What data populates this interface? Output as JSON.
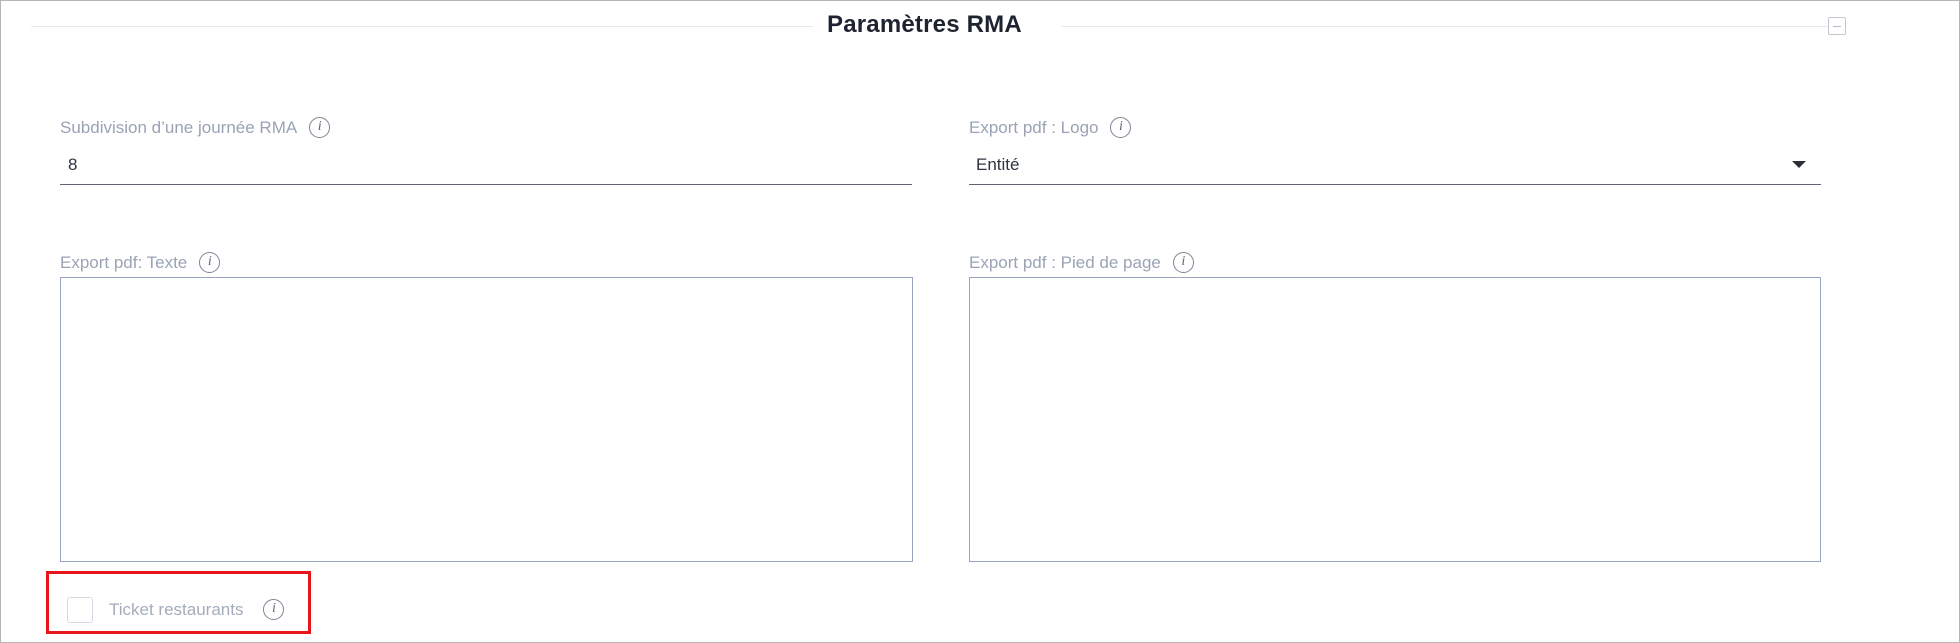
{
  "section": {
    "title": "Paramètres RMA",
    "collapse_icon": "minus-square-icon"
  },
  "fields": {
    "subdivision": {
      "label": "Subdivision d’une journée RMA",
      "value": "8"
    },
    "logo": {
      "label": "Export pdf : Logo",
      "selected": "Entité"
    },
    "text": {
      "label": "Export pdf: Texte",
      "value": ""
    },
    "footer": {
      "label": "Export pdf : Pied de page",
      "value": ""
    }
  },
  "ticket": {
    "label": "Ticket restaurants",
    "checked": false
  },
  "colors": {
    "highlight": "#e8151b",
    "label": "#9aa3b5",
    "title": "#1e2330",
    "textarea_border": "#9aa5c1"
  }
}
